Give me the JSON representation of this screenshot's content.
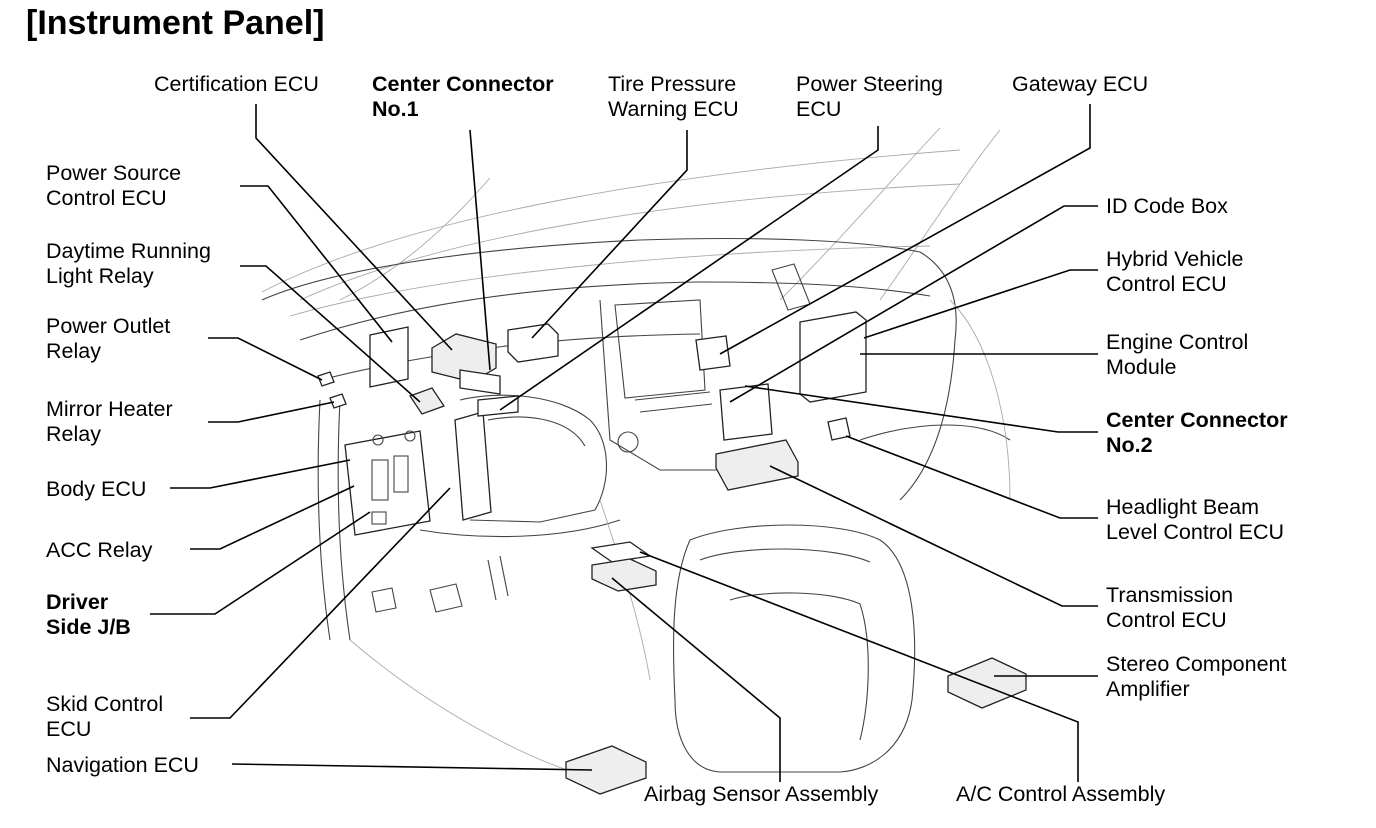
{
  "title": "[Instrument Panel]",
  "labels": {
    "certification_ecu": [
      "Certification ECU"
    ],
    "center_connector_1": [
      "Center Connector",
      "No.1"
    ],
    "tire_pressure_warning_ecu": [
      "Tire Pressure",
      "Warning ECU"
    ],
    "power_steering_ecu": [
      "Power Steering",
      "ECU"
    ],
    "gateway_ecu": [
      "Gateway ECU"
    ],
    "power_source_control_ecu": [
      "Power Source",
      "Control ECU"
    ],
    "daytime_running_light_relay": [
      "Daytime Running",
      "Light Relay"
    ],
    "power_outlet_relay": [
      "Power Outlet",
      "Relay"
    ],
    "mirror_heater_relay": [
      "Mirror Heater",
      "Relay"
    ],
    "body_ecu": [
      "Body ECU"
    ],
    "acc_relay": [
      "ACC Relay"
    ],
    "driver_side_jb": [
      "Driver",
      "Side J/B"
    ],
    "skid_control_ecu": [
      "Skid Control",
      "ECU"
    ],
    "navigation_ecu": [
      "Navigation ECU"
    ],
    "airbag_sensor_assembly": [
      "Airbag Sensor Assembly"
    ],
    "ac_control_assembly": [
      "A/C Control Assembly"
    ],
    "id_code_box": [
      "ID Code Box"
    ],
    "hybrid_vehicle_control_ecu": [
      "Hybrid Vehicle",
      "Control ECU"
    ],
    "engine_control_module": [
      "Engine Control",
      "Module"
    ],
    "center_connector_2": [
      "Center Connector",
      "No.2"
    ],
    "headlight_beam_level_control_ecu": [
      "Headlight Beam",
      "Level Control ECU"
    ],
    "transmission_control_ecu": [
      "Transmission",
      "Control ECU"
    ],
    "stereo_component_amplifier": [
      "Stereo Component",
      "Amplifier"
    ]
  }
}
